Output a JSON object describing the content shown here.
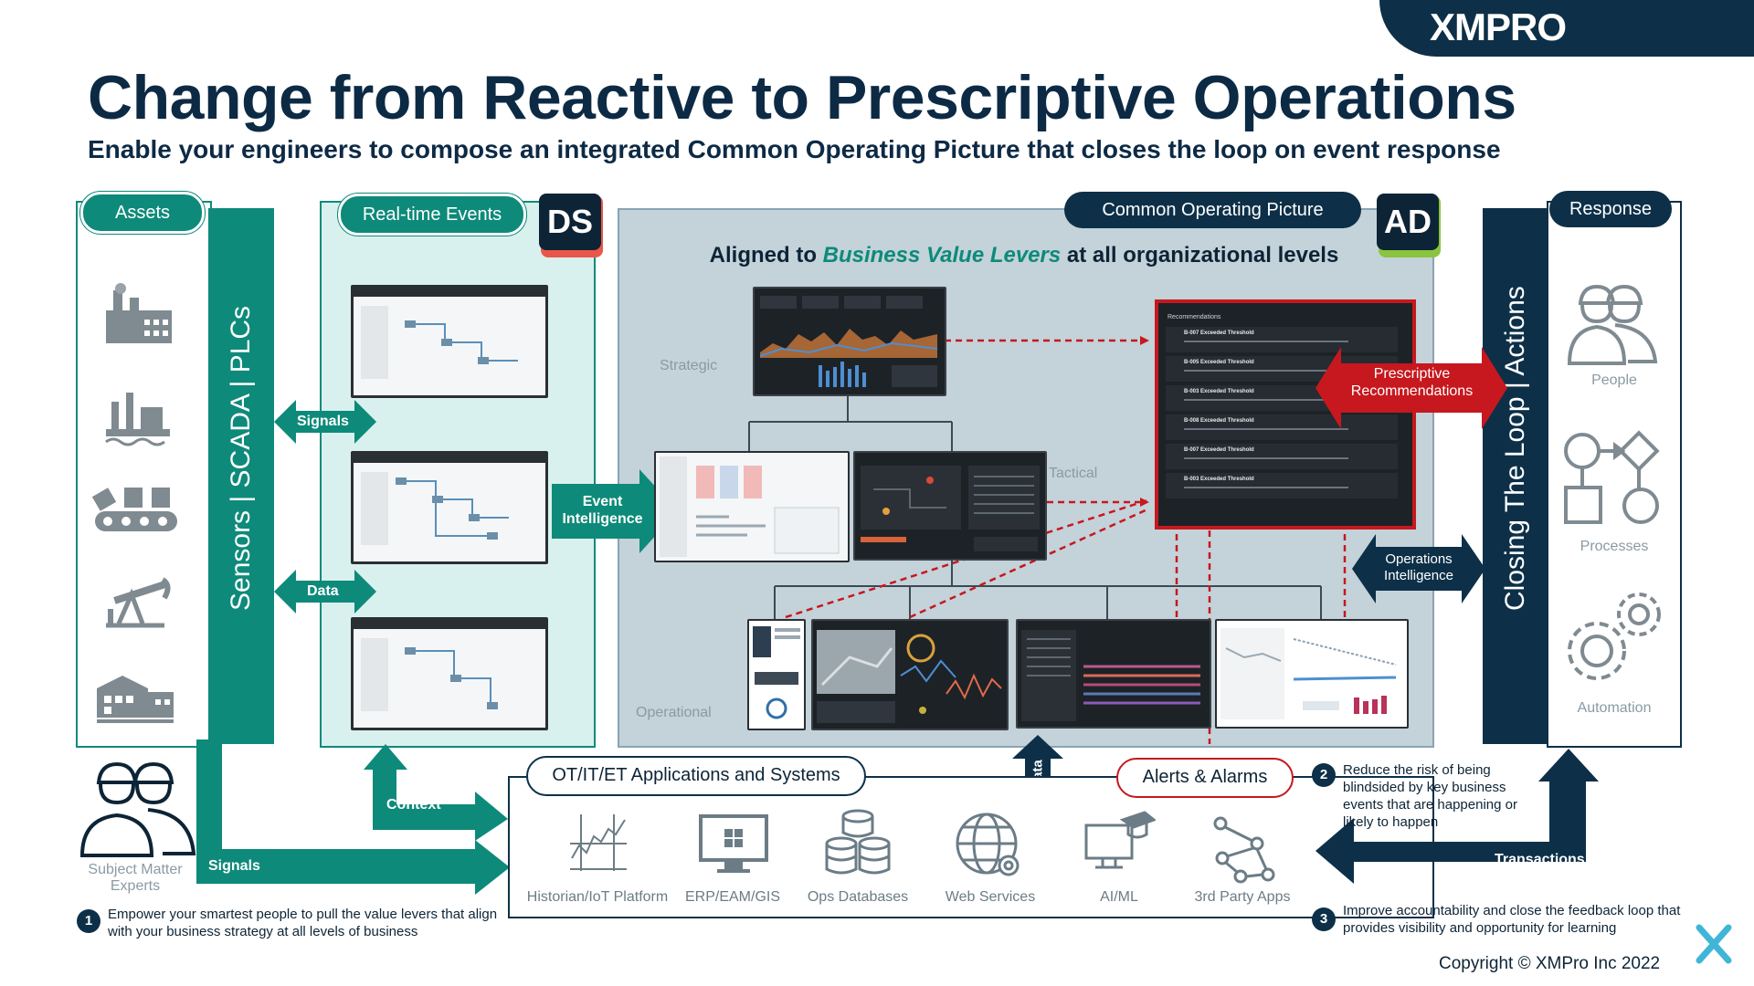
{
  "brand": {
    "logo": "XMPRO"
  },
  "header": {
    "title": "Change from Reactive to Prescriptive Operations",
    "subtitle": "Enable your engineers to compose an integrated Common Operating Picture that closes the loop on event response"
  },
  "colors": {
    "teal": "#0e8a7a",
    "navy": "#0d3048",
    "red": "#c6181e",
    "panel": "#c4d2da",
    "light_teal": "#d9f1ee"
  },
  "assets": {
    "label": "Assets",
    "icons": [
      "factory-icon",
      "refinery-icon",
      "conveyor-icon",
      "pumpjack-icon",
      "warehouse-icon"
    ]
  },
  "sensors": {
    "label": "Sensors | SCADA | PLCs"
  },
  "realtime": {
    "label": "Real-time Events",
    "badge": "DS"
  },
  "cop": {
    "label": "Common Operating Picture",
    "badge": "AD",
    "aligned_prefix": "Aligned to ",
    "aligned_highlight": "Business Value Levers",
    "aligned_suffix": " at all organizational levels",
    "levels": {
      "strategic": "Strategic",
      "tactical": "Tactical",
      "operational": "Operational"
    }
  },
  "recommendations": {
    "header": "Recommendations",
    "items": [
      "B-007 Exceeded Threshold",
      "B-005 Exceeded Threshold",
      "B-003 Exceeded Threshold",
      "B-008 Exceeded Threshold",
      "B-007 Exceeded Threshold",
      "B-003 Exceeded Threshold"
    ]
  },
  "response": {
    "label": "Response",
    "people": "People",
    "processes": "Processes",
    "automation": "Automation"
  },
  "closing": {
    "label": "Closing The Loop | Actions"
  },
  "arrows": {
    "signals": "Signals",
    "data": "Data",
    "event_intelligence": "Event\nIntelligence",
    "prescriptive": "Prescriptive\nRecommendations",
    "operations_intelligence": "Operations\nIntelligence",
    "context": "Context",
    "signals_bottom": "Signals",
    "data_vertical": "Data",
    "transactions": "Transactions"
  },
  "sme": {
    "label": "Subject Matter\nExperts"
  },
  "systems": {
    "label": "OT/IT/ET Applications and Systems",
    "alerts": "Alerts & Alarms",
    "apps": [
      {
        "name": "Historian/IoT Platform",
        "icon": "historian-chart-icon"
      },
      {
        "name": "ERP/EAM/GIS",
        "icon": "monitor-windows-icon"
      },
      {
        "name": "Ops Databases",
        "icon": "database-icon"
      },
      {
        "name": "Web Services",
        "icon": "globe-gear-icon"
      },
      {
        "name": "AI/ML",
        "icon": "graduation-computer-icon"
      },
      {
        "name": "3rd Party Apps",
        "icon": "network-nodes-icon"
      }
    ]
  },
  "notes": {
    "n1": {
      "num": "1",
      "text": "Empower your smartest people to pull the value levers that align with your business strategy at all levels of business"
    },
    "n2": {
      "num": "2",
      "text": "Reduce the risk of being blindsided by key business events that are happening or likely to happen"
    },
    "n3": {
      "num": "3",
      "text": "Improve accountability and close the feedback loop that provides visibility and opportunity for learning"
    }
  },
  "footer": {
    "copyright": "Copyright © XMPro Inc 2022"
  }
}
